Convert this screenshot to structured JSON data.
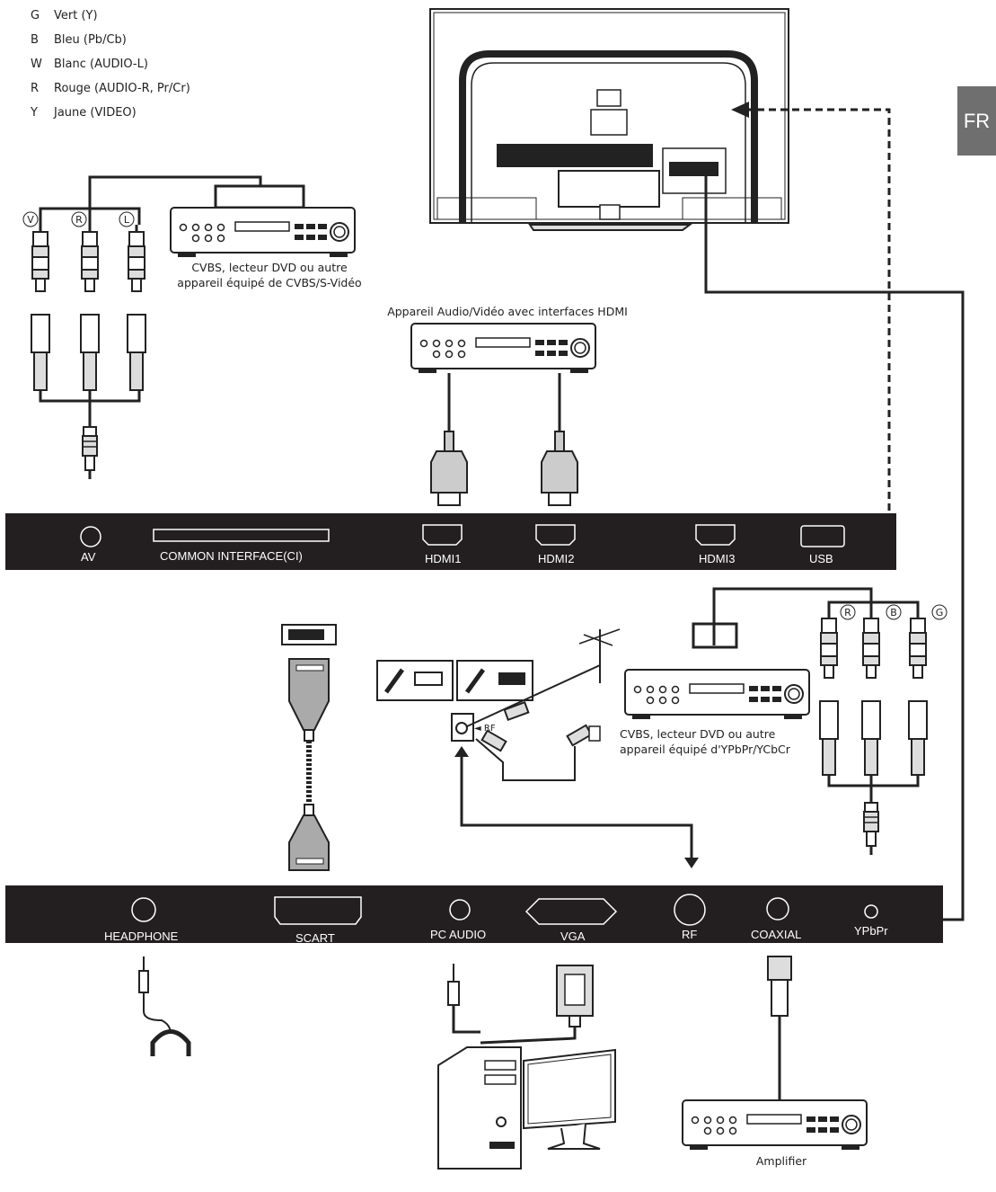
{
  "legend": [
    {
      "code": "G",
      "text": "Vert (Y)"
    },
    {
      "code": "B",
      "text": "Bleu (Pb/Cb)"
    },
    {
      "code": "W",
      "text": "Blanc (AUDIO-L)"
    },
    {
      "code": "R",
      "text": "Rouge (AUDIO-R, Pr/Cr)"
    },
    {
      "code": "Y",
      "text": "Jaune (VIDEO)"
    }
  ],
  "language_tab": "FR",
  "captions": {
    "cvbs_line1": "CVBS, lecteur DVD ou autre",
    "cvbs_line2": "appareil équipé de CVBS/S-Vidéo",
    "hdmi_device": "Appareil Audio/Vidéo avec interfaces HDMI",
    "ypbpr_line1": "CVBS, lecteur DVD ou autre",
    "ypbpr_line2": "appareil équipé d'YPbPr/YCbCr",
    "amplifier": "Amplifier",
    "rf_small": "◄ RF"
  },
  "plug_letters": {
    "av_v": "V",
    "av_r": "R",
    "av_l": "L",
    "yp_r": "R",
    "yp_b": "B",
    "yp_g": "G"
  },
  "top_panel": {
    "av": "AV",
    "ci": "COMMON INTERFACE(CI)",
    "hdmi1": "HDMI1",
    "hdmi2": "HDMI2",
    "hdmi3": "HDMI3",
    "usb": "USB"
  },
  "bottom_panel": {
    "headphone": "HEADPHONE",
    "scart": "SCART",
    "pc_audio": "PC AUDIO",
    "vga": "VGA",
    "rf": "RF",
    "coaxial": "COAXIAL",
    "ypbpr": "YPbPr"
  }
}
